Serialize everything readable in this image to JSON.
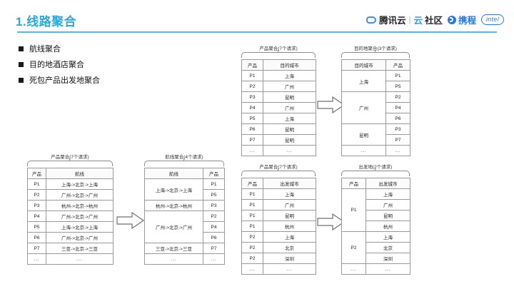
{
  "slide": {
    "title": "1.线路聚合",
    "accent_color": "#29a8e0"
  },
  "logos": {
    "tencent_cloud": "腾讯云",
    "separator": "|",
    "cloud_char": "云",
    "community": "社区",
    "ctrip": "携程",
    "intel": "intel"
  },
  "bullets": [
    {
      "label": "航线聚合"
    },
    {
      "label": "目的地酒店聚合"
    },
    {
      "label": "死包产品出发地聚合"
    }
  ],
  "diagrams": {
    "top": {
      "source": {
        "caption": "产品聚合(7个请求)",
        "headers": [
          "产品",
          "目的城市"
        ],
        "rows": [
          [
            "P1",
            "上海"
          ],
          [
            "P2",
            "广州"
          ],
          [
            "P3",
            "昆明"
          ],
          [
            "P4",
            "广州"
          ],
          [
            "P5",
            "上海"
          ],
          [
            "P6",
            "昆明"
          ],
          [
            "P7",
            "昆明"
          ],
          [
            "...",
            "..."
          ]
        ]
      },
      "target": {
        "caption": "目的地聚合(3个请求)",
        "headers": [
          "目的城市",
          "产品"
        ],
        "groups": [
          {
            "key": "上海",
            "items": [
              "P1",
              "P5"
            ]
          },
          {
            "key": "广州",
            "items": [
              "P2",
              "P4",
              "P6"
            ]
          },
          {
            "key": "昆明",
            "items": [
              "P3",
              "P7"
            ]
          },
          {
            "key": "...",
            "items": [
              "..."
            ]
          }
        ]
      }
    },
    "bottom_left": {
      "source": {
        "caption": "产品聚合(7个请求)",
        "headers": [
          "产品",
          "航线"
        ],
        "rows": [
          [
            "P1",
            "上海->北京->上海"
          ],
          [
            "P2",
            "广州->北京->广州"
          ],
          [
            "P3",
            "杭州->北京->杭州"
          ],
          [
            "P4",
            "广州->北京->广州"
          ],
          [
            "P5",
            "上海->北京->上海"
          ],
          [
            "P6",
            "广州->北京->广州"
          ],
          [
            "P7",
            "三亚->北京->三亚"
          ],
          [
            "...",
            "..."
          ]
        ]
      },
      "target": {
        "caption": "航线聚合(4个请求)",
        "headers": [
          "航线",
          "产品"
        ],
        "groups": [
          {
            "key": "上海->北京->上海",
            "items": [
              "P1",
              "P5"
            ]
          },
          {
            "key": "杭州->北京->杭州",
            "items": [
              "P3"
            ]
          },
          {
            "key": "广州->北京->广州",
            "items": [
              "P2",
              "P4",
              "P6"
            ]
          },
          {
            "key": "三亚->北京->三亚",
            "items": [
              "P7"
            ]
          },
          {
            "key": "...",
            "items": [
              "..."
            ]
          }
        ]
      }
    },
    "bottom_right": {
      "source": {
        "caption": "产品聚合(7个请求)",
        "headers": [
          "产品",
          "出发城市"
        ],
        "rows": [
          [
            "P1",
            "上海"
          ],
          [
            "P1",
            "广州"
          ],
          [
            "P1",
            "昆明"
          ],
          [
            "P1",
            "杭州"
          ],
          [
            "P2",
            "上海"
          ],
          [
            "P2",
            "北京"
          ],
          [
            "P2",
            "深圳"
          ],
          [
            "...",
            "..."
          ]
        ]
      },
      "target": {
        "caption": "出发地(2个请求)",
        "headers": [
          "产品",
          "出发城市"
        ],
        "groups": [
          {
            "key": "P1",
            "items": [
              "上海",
              "广州",
              "昆明",
              "杭州"
            ]
          },
          {
            "key": "P2",
            "items": [
              "上海",
              "北京",
              "深圳"
            ]
          },
          {
            "key": "...",
            "items": [
              "..."
            ]
          }
        ]
      }
    }
  }
}
